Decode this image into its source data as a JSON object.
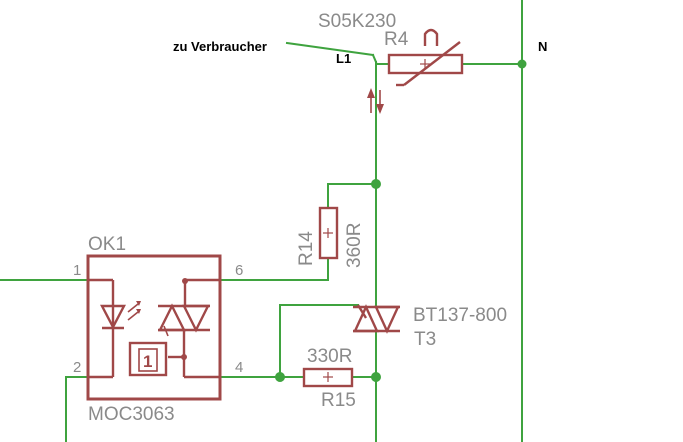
{
  "net_labels": {
    "load": "zu Verbraucher",
    "line": "L1",
    "neutral": "N"
  },
  "varistor": {
    "type": "S05K230",
    "name": "R4"
  },
  "resistor_gate": {
    "name": "R14",
    "value": "360R"
  },
  "resistor_out": {
    "name": "R15",
    "value": "330R"
  },
  "triac": {
    "type": "BT137-800",
    "name": "T3"
  },
  "optocoupler": {
    "name": "OK1",
    "type": "MOC3063",
    "driver_symbol": "1",
    "pins": {
      "p1": "1",
      "p2": "2",
      "p4": "4",
      "p6": "6"
    }
  },
  "colors": {
    "wire": "#3fa33f",
    "part": "#a04848",
    "label": "#8a8a8a",
    "net_label": "#000000"
  }
}
